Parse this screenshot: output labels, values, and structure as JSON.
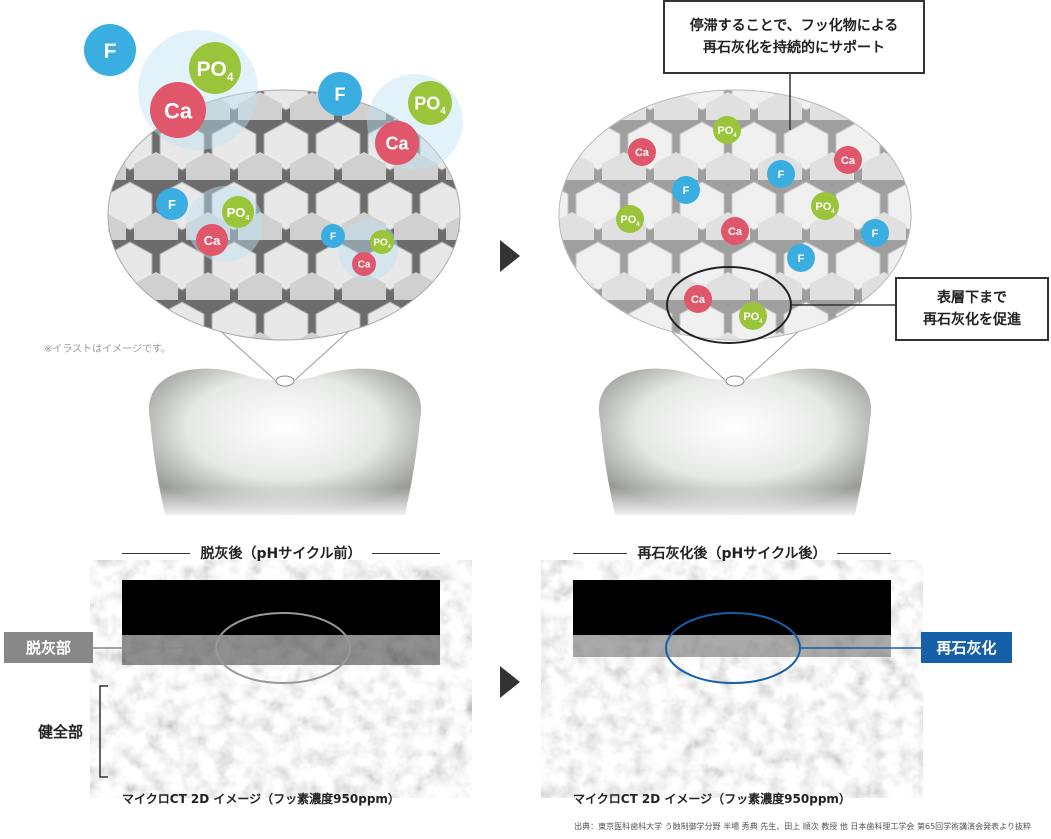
{
  "ions": {
    "fluoride": "F",
    "phosphate": "PO",
    "phosphate_sub": "4",
    "calcium": "Ca"
  },
  "notes": {
    "illustration": "※イラストはイメージです。"
  },
  "callouts": {
    "top_line1": "停滞することで、フッ化物による",
    "top_line2": "再石灰化を持続的にサポート",
    "sub_line1": "表層下まで",
    "sub_line2": "再石灰化を促進"
  },
  "panels": {
    "left_heading": "脱灰後（pHサイクル前）",
    "right_heading": "再石灰化後（pHサイクル後）",
    "left_caption": "マイクロCT 2D イメージ（フッ素濃度950ppm）",
    "right_caption": "マイクロCT 2D イメージ（フッ素濃度950ppm）"
  },
  "labels": {
    "demineralized": "脱灰部",
    "sound": "健全部",
    "remineralized": "再石灰化"
  },
  "colors": {
    "fluoride": "#3aaee0",
    "phosphate": "#9ac43a",
    "calcium": "#e0566a",
    "remin_blue": "#1560a8",
    "demin_gray": "#888888"
  },
  "citation": "出典：東京医科歯科大学 う蝕制御学分野 半場 秀典 先生、田上 順次 教授 他 日本歯科理工学会 第65回学術講演会発表より抜粋"
}
